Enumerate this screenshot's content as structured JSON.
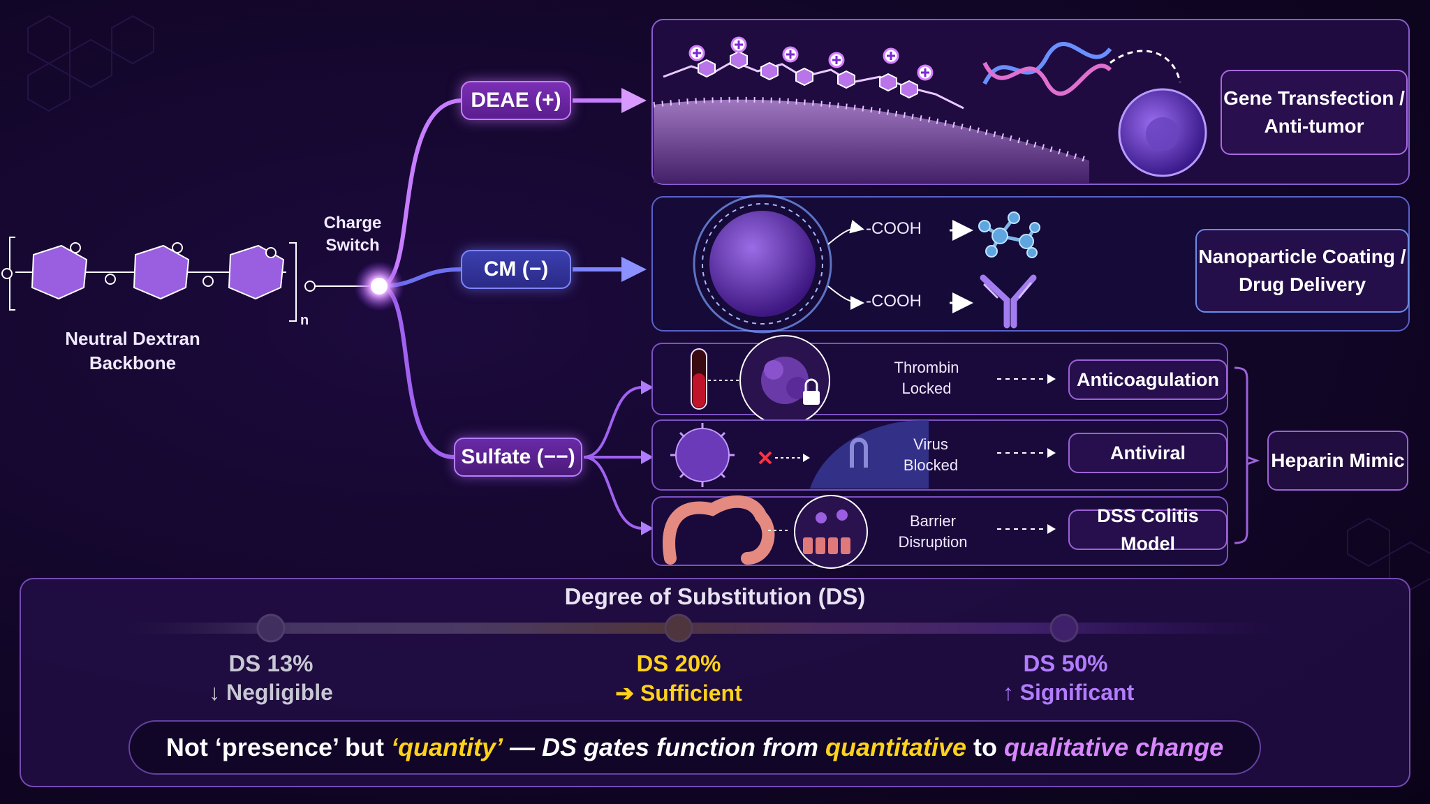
{
  "backbone": {
    "label_line1": "Neutral Dextran",
    "label_line2": "Backbone",
    "subscript": "n",
    "o_letter": "O"
  },
  "switch": {
    "line1": "Charge",
    "line2": "Switch"
  },
  "branches": {
    "deae": "DEAE (+)",
    "cm": "CM (−)",
    "sulfate": "Sulfate (−−)"
  },
  "panels": {
    "cooh_top": "-COOH",
    "cooh_bottom": "-COOH",
    "thrombin_1": "Thrombin",
    "thrombin_2": "Locked",
    "virus_1": "Virus",
    "virus_2": "Blocked",
    "barrier_1": "Barrier",
    "barrier_2": "Disruption"
  },
  "outcomes": {
    "gene_1": "Gene Transfection /",
    "gene_2": "Anti-tumor",
    "nano_1": "Nanoparticle Coating /",
    "nano_2": "Drug Delivery",
    "anticoag": "Anticoagulation",
    "antiviral": "Antiviral",
    "dss": "DSS Colitis Model",
    "heparin": "Heparin Mimic"
  },
  "ds": {
    "title": "Degree of Substitution (DS)",
    "levels": [
      {
        "value": "DS 13%",
        "arrow": "↓",
        "label": "Negligible",
        "color": "#c8c8d4"
      },
      {
        "value": "DS 20%",
        "arrow": "➔",
        "label": "Sufficient",
        "color": "#ffd21a"
      },
      {
        "value": "DS 50%",
        "arrow": "↑",
        "label": "Significant",
        "color": "#b27cff"
      }
    ],
    "note": {
      "p1": "Not ‘presence’ but ",
      "p2": "‘quantity’",
      "p3": " — DS gates function from ",
      "p4": "quantitative",
      "p5": " to ",
      "p6": "qualitative change"
    }
  },
  "colors": {
    "deae": "#c77dff",
    "cm": "#7f86ff",
    "sulfate": "#b77dff",
    "yellow": "#ffd21a",
    "violet": "#d986ff"
  }
}
